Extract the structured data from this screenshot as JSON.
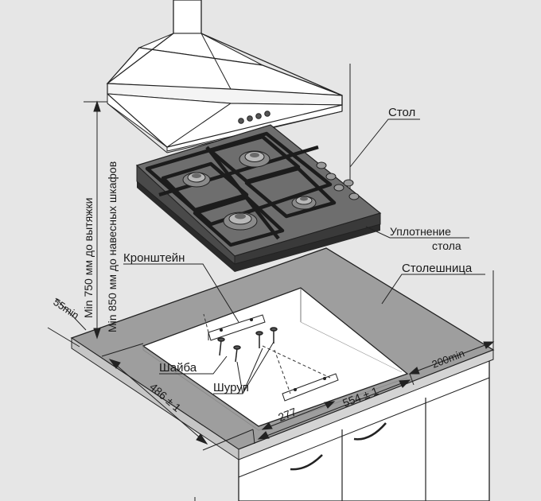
{
  "labels": {
    "table": "Стол",
    "seal_line1": "Уплотнение",
    "seal_line2": "стола",
    "countertop": "Столешница",
    "bracket": "Кронштейн",
    "washer": "Шайба",
    "screw": "Шуруп",
    "hood_min": "Min 750 мм до вытяжки",
    "cabinet_min": "Min 850 мм до навесных шкафов",
    "left_min": "55min",
    "right_min": "200min",
    "depth_dim": "486 ± 1",
    "width_dim": "554 ± 1",
    "bracket_dim": "277"
  }
}
